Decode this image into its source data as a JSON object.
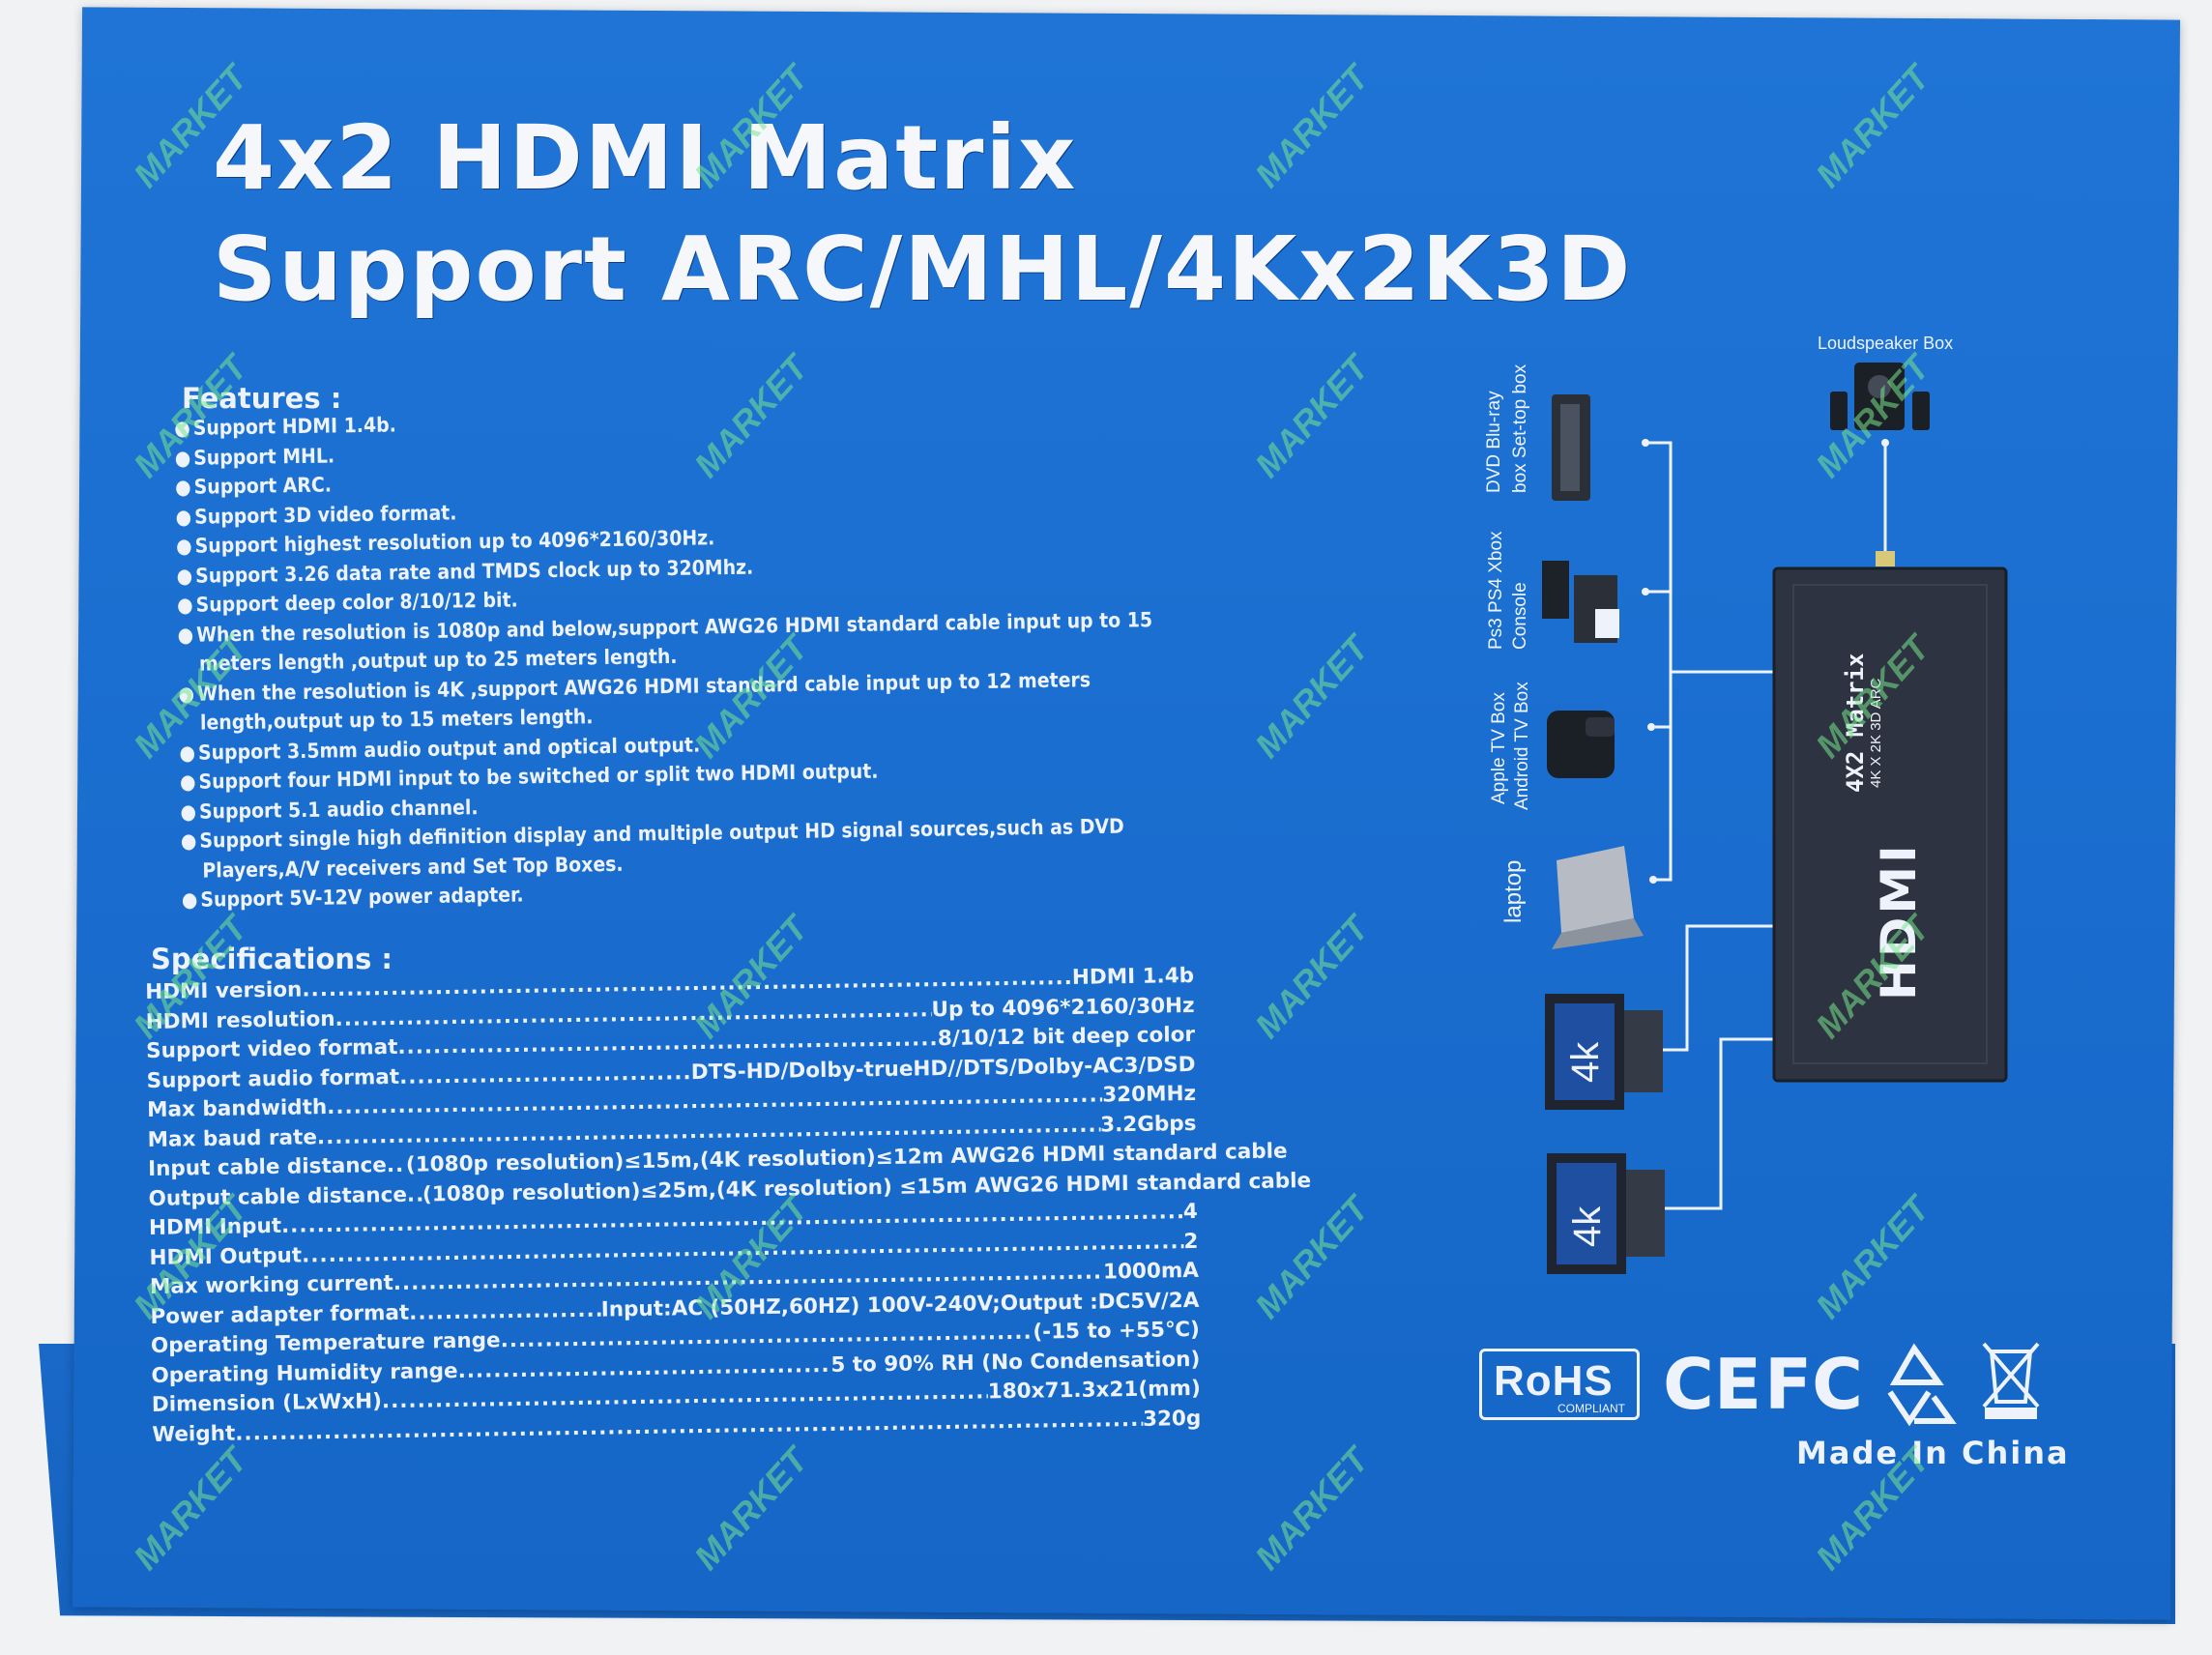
{
  "title_line1": "4x2 HDMI Matrix",
  "title_line2": "Support ARC/MHL/4Kx2K3D",
  "features_heading": "Features :",
  "features": [
    "Support HDMI 1.4b.",
    "Support MHL.",
    "Support ARC.",
    "Support 3D video format.",
    "Support highest resolution up to 4096*2160/30Hz.",
    "Support 3.26 data rate and TMDS clock up to 320Mhz.",
    "Support deep color 8/10/12 bit.",
    "When the resolution is 1080p and below,support AWG26 HDMI standard cable input up to 15",
    "meters length ,output up to 25 meters length.",
    "When the resolution is 4K ,support AWG26 HDMI standard cable input up to 12 meters",
    "length,output up to 15 meters length.",
    "Support 3.5mm audio output and optical output.",
    "Support four HDMI input to be switched or split two HDMI output.",
    "Support 5.1 audio channel.",
    "Support single high definition display and multiple output HD signal sources,such as DVD",
    "Players,A/V receivers and Set Top Boxes.",
    "Support 5V-12V power adapter."
  ],
  "specs_heading": "Specifications :",
  "specs": [
    {
      "k": "HDMI version",
      "v": "HDMI 1.4b"
    },
    {
      "k": "HDMI resolution",
      "v": "Up to 4096*2160/30Hz"
    },
    {
      "k": "Support video format",
      "v": "8/10/12 bit deep color"
    },
    {
      "k": "Support audio format",
      "v": "DTS-HD/Dolby-trueHD//DTS/Dolby-AC3/DSD"
    },
    {
      "k": "Max bandwidth",
      "v": "320MHz"
    },
    {
      "k": "Max baud rate",
      "v": "3.2Gbps"
    },
    {
      "k": "Input cable distance",
      "v": "(1080p resolution)≤15m,(4K resolution)≤12m AWG26 HDMI standard cable"
    },
    {
      "k": "Output cable distance",
      "v": "(1080p resolution)≤25m,(4K resolution) ≤15m AWG26 HDMI standard cable"
    },
    {
      "k": "HDMI Input",
      "v": "4"
    },
    {
      "k": "HDMI Output",
      "v": "2"
    },
    {
      "k": "Max working current",
      "v": "1000mA"
    },
    {
      "k": "Power adapter format",
      "v": "Input:AC (50HZ,60HZ) 100V-240V;Output :DC5V/2A"
    },
    {
      "k": "Operating Temperature range",
      "v": "(-15 to +55℃)"
    },
    {
      "k": "Operating Humidity range",
      "v": "5 to 90% RH (No Condensation)"
    },
    {
      "k": "Dimension (LxWxH)",
      "v": "180x71.3x21(mm)"
    },
    {
      "k": "Weight",
      "v": "320g"
    }
  ],
  "diagram": {
    "speaker_label": "Loudspeaker Box",
    "dvd_label_1": "DVD Blu-ray",
    "dvd_label_2": "box Set-top box",
    "ps_label_1": "Ps3 PS4 Xbox",
    "ps_label_2": "Console",
    "apple_label_1": "Apple TV Box",
    "apple_label_2": "Android TV Box",
    "laptop_label": "laptop",
    "tv1_label": "4k",
    "tv2_label": "4k",
    "device_brand": "HDMI",
    "device_title": "4X2 Matrix",
    "device_sub": "4K X 2K 3D ARC"
  },
  "certs": {
    "rohs": "RoHS",
    "rohs_sub": "COMPLIANT",
    "ce": "CE",
    "fc": "FC"
  },
  "made_in": "Made In China",
  "watermark": "MARKET",
  "colors": {
    "box_blue": "#1b6fd0",
    "text": "#eef3fb",
    "device": "#2d3340"
  }
}
